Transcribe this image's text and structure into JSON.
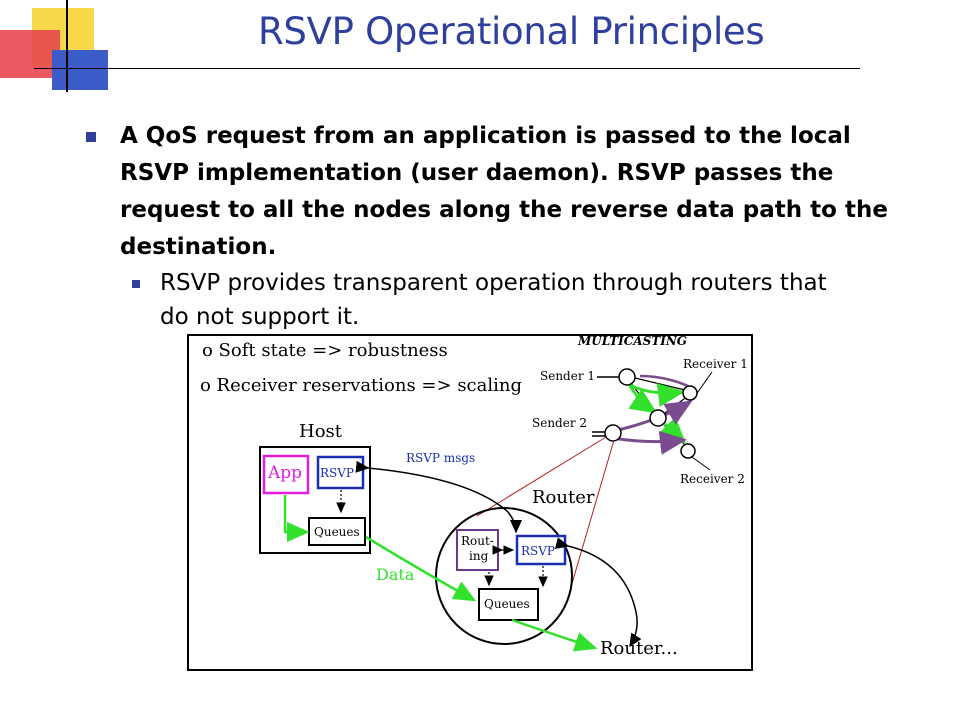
{
  "slide": {
    "title": "RSVP Operational Principles",
    "bullet_1": "A QoS request from an application is passed to the local RSVP implementation (user daemon). RSVP passes the request to all the nodes along the reverse data path to the destination.",
    "bullet_2": "RSVP provides transparent operation through routers that do not support it."
  },
  "diagram": {
    "soft_state": "o Soft state => robustness",
    "receiver_res": "o Receiver reservations => scaling",
    "multicasting": "MULTICASTING",
    "sender1": "Sender 1",
    "sender2": "Sender 2",
    "receiver1": "Receiver 1",
    "receiver2": "Receiver 2",
    "host": "Host",
    "app": "App",
    "rsvp_host": "RSVP",
    "queues_host": "Queues",
    "rsvp_msgs": "RSVP msgs",
    "router": "Router",
    "routing_line1": "Rout-",
    "routing_line2": "ing",
    "rsvp_router": "RSVP",
    "queues_router": "Queues",
    "data": "Data",
    "router_next": "Router..."
  },
  "colors": {
    "title": "#2f3f9e",
    "accent_yellow": "#f6d84a",
    "accent_red": "#e8484f",
    "accent_blue": "#3b5cc9",
    "data_green": "#33e02b",
    "app_magenta": "#e11fe1",
    "rsvp_blue": "#1a2fb0",
    "routing_purple": "#6a3b8a",
    "red_line": "#b32020"
  }
}
